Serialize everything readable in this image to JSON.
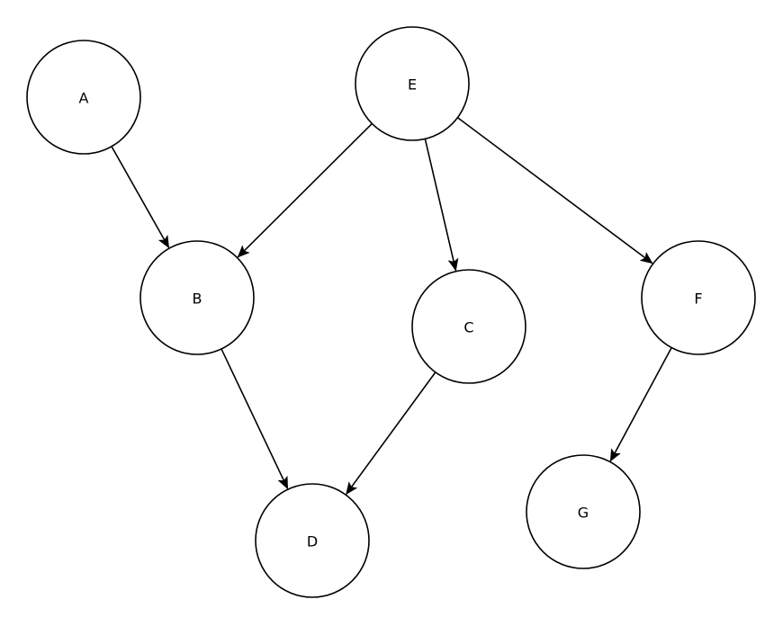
{
  "nodes": [
    {
      "id": "A",
      "label": "A"
    },
    {
      "id": "B",
      "label": "B"
    },
    {
      "id": "C",
      "label": "C"
    },
    {
      "id": "D",
      "label": "D"
    },
    {
      "id": "E",
      "label": "E"
    },
    {
      "id": "F",
      "label": "F"
    },
    {
      "id": "G",
      "label": "G"
    }
  ],
  "edges": [
    {
      "from": "A",
      "to": "B"
    },
    {
      "from": "E",
      "to": "B"
    },
    {
      "from": "E",
      "to": "C"
    },
    {
      "from": "E",
      "to": "F"
    },
    {
      "from": "B",
      "to": "D"
    },
    {
      "from": "C",
      "to": "D"
    },
    {
      "from": "F",
      "to": "G"
    }
  ],
  "colors": {
    "stroke": "#000000",
    "fill": "#ffffff"
  }
}
